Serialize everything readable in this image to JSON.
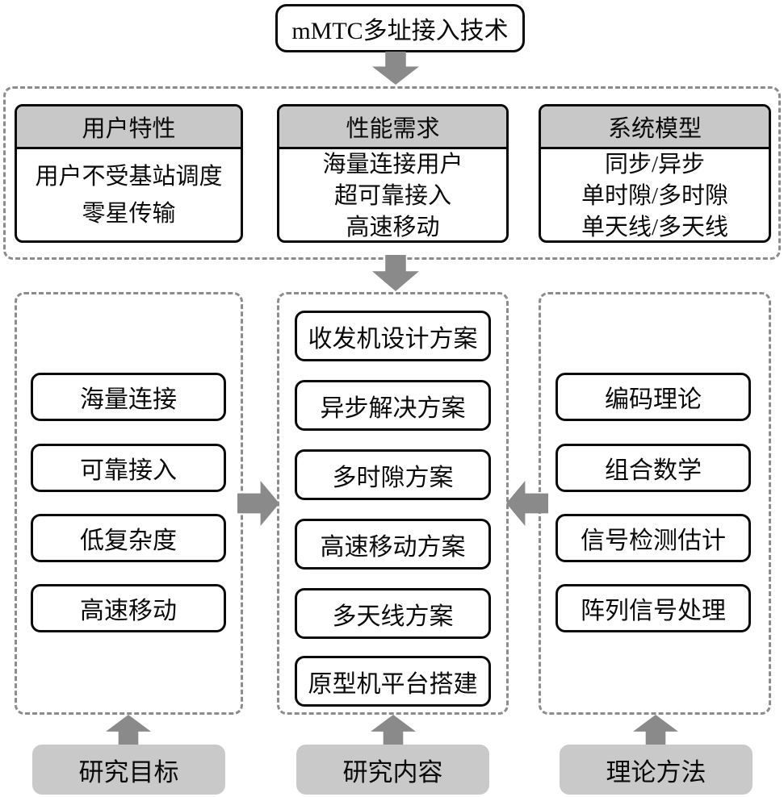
{
  "root": {
    "title": "mMTC多址接入技术"
  },
  "top_section": {
    "panels": [
      {
        "header": "用户特性",
        "lines": [
          "用户不受基站调度",
          "零星传输"
        ]
      },
      {
        "header": "性能需求",
        "lines": [
          "海量连接用户",
          "超可靠接入",
          "高速移动"
        ]
      },
      {
        "header": "系统模型",
        "lines": [
          "同步/异步",
          "单时隙/多时隙",
          "单天线/多天线"
        ]
      }
    ]
  },
  "columns": {
    "left": {
      "items": [
        "海量连接",
        "可靠接入",
        "低复杂度",
        "高速移动"
      ],
      "label": "研究目标"
    },
    "middle": {
      "items": [
        "收发机设计方案",
        "异步解决方案",
        "多时隙方案",
        "高速移动方案",
        "多天线方案",
        "原型机平台搭建"
      ],
      "label": "研究内容"
    },
    "right": {
      "items": [
        "编码理论",
        "组合数学",
        "信号检测估计",
        "阵列信号处理"
      ],
      "label": "理论方法"
    }
  },
  "colors": {
    "header-gray": "#c8c8c8",
    "label-gray": "#c9c9c9",
    "arrow-gray": "#8a8a8a",
    "dash-gray": "#8c8c8c",
    "line-black": "#0a0a0a"
  }
}
